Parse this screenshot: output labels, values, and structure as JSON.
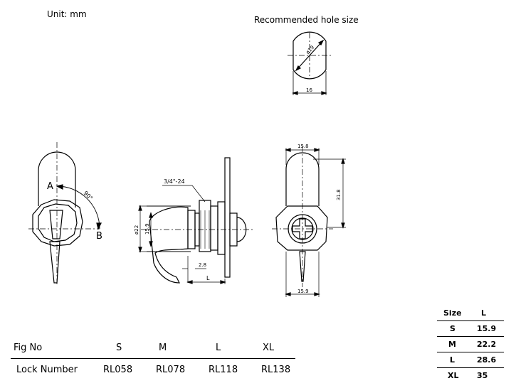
{
  "unit_note": "Unit: mm",
  "hole_title": "Recommended hole size",
  "dims": {
    "hole_dia": "ø19",
    "hole_flat": "16",
    "angle": "90°",
    "label_a": "A",
    "label_b": "B",
    "thread": "3/4\"-24",
    "body_dia": "ø22",
    "d159": "15.9",
    "d28": "2.8",
    "dL": "L",
    "top_width": "15.8",
    "height": "31.8",
    "bottom_width": "15.9"
  },
  "fig_table": {
    "headers": [
      "Fig No",
      "S",
      "M",
      "L",
      "XL"
    ],
    "row": [
      "Lock Number",
      "RL058",
      "RL078",
      "RL118",
      "RL138"
    ]
  },
  "size_table": {
    "headers": [
      "Size",
      "L"
    ],
    "rows": [
      [
        "S",
        "15.9"
      ],
      [
        "M",
        "22.2"
      ],
      [
        "L",
        "28.6"
      ],
      [
        "XL",
        "35"
      ]
    ]
  }
}
